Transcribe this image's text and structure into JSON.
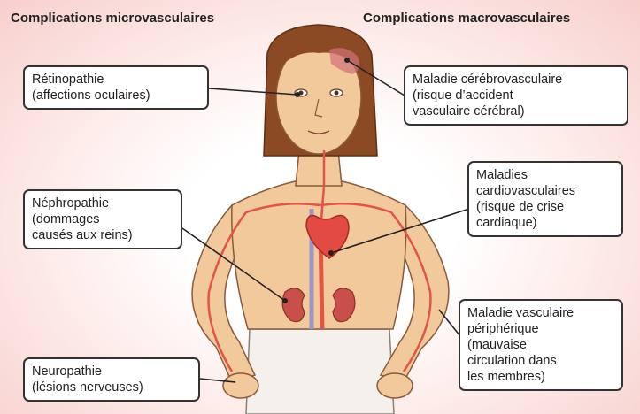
{
  "headers": {
    "left": "Complications microvasculaires",
    "right": "Complications macrovasculaires"
  },
  "labels": {
    "retinopathie": [
      "Rétinopathie",
      "(affections oculaires)"
    ],
    "nephropathie": [
      "Néphropathie",
      "(dommages",
      "causés aux reins)"
    ],
    "neuropathie": [
      "Neuropathie",
      "(lésions nerveuses)"
    ],
    "cerebro": [
      "Maladie cérébrovasculaire",
      "(risque d’accident",
      "vasculaire cérébral)"
    ],
    "cardio": [
      "Maladies",
      "cardiovasculaires",
      "(risque de crise",
      "cardiaque)"
    ],
    "peripherique": [
      "Maladie vasculaire",
      "périphérique",
      "(mauvaise",
      "circulation dans",
      "les membres)"
    ]
  },
  "colors": {
    "skin": "#f2c99a",
    "hair": "#8b4a24",
    "artery": "#e2534a",
    "vein": "#9d95c8",
    "kidney": "#c9504a",
    "heart": "#e24a44",
    "background_tint": "#f7cfcc"
  }
}
